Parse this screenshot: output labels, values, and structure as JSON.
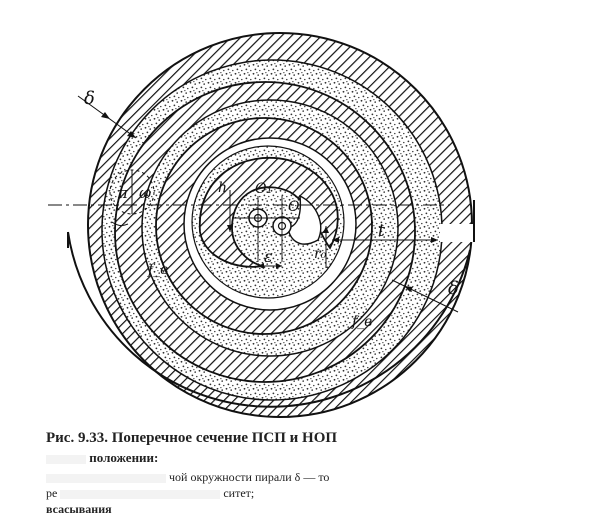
{
  "labels": {
    "delta_top": "δ",
    "delta_right": "δ",
    "pi": "π",
    "omega": "ω",
    "h": "h",
    "o1": "O₁",
    "o": "O",
    "epsilon": "ε",
    "r0": "r₀",
    "t": "t",
    "fv_left": "f_в",
    "fv_right": "f_в"
  },
  "caption": {
    "title": "Рис. 9.33. Поперечное сечение ПСП и НОП",
    "subtitle": "положении:",
    "line1": "чой окружности   пирали δ — то",
    "line2": "ре",
    "line2b": "ситет;",
    "line3": "всасывания"
  },
  "colors": {
    "ink": "#111111",
    "paper": "#ffffff"
  }
}
